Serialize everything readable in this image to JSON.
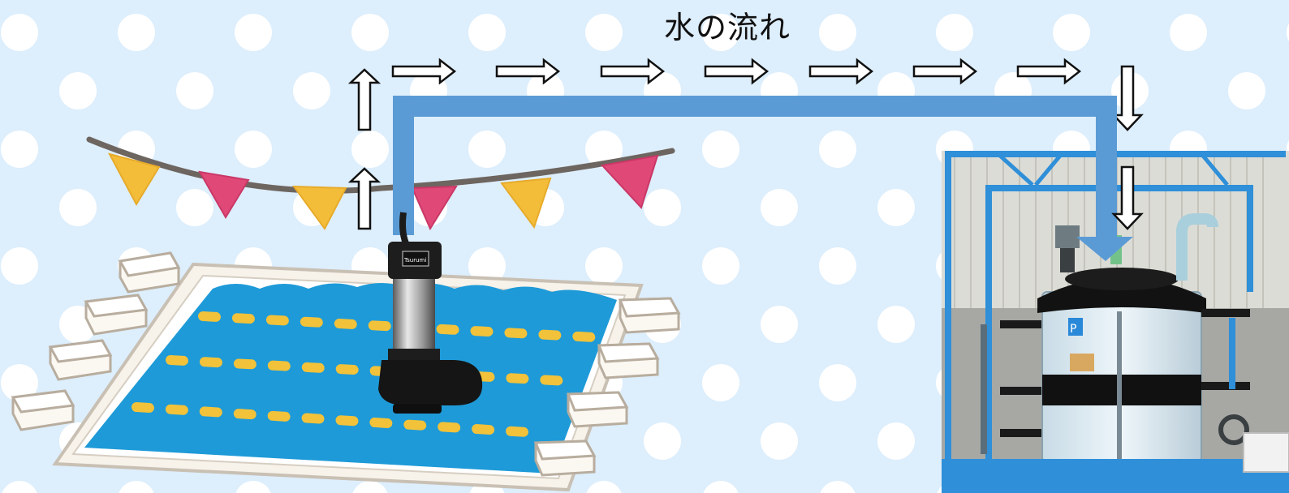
{
  "title": "水の流れ",
  "colors": {
    "background": "#ddeefc",
    "dots": "#ffffff",
    "pipe": "#5b9bd5",
    "pool_water": "#1e9ad8",
    "lane_marks": "#f2c23a",
    "pennant_yellow": "#f3bd3a",
    "pennant_pink": "#e04878",
    "frame_blue": "#2f8fd8"
  },
  "pump": {
    "brand_label": "Tsurumi"
  },
  "machine": {
    "sticker_label": "P"
  }
}
